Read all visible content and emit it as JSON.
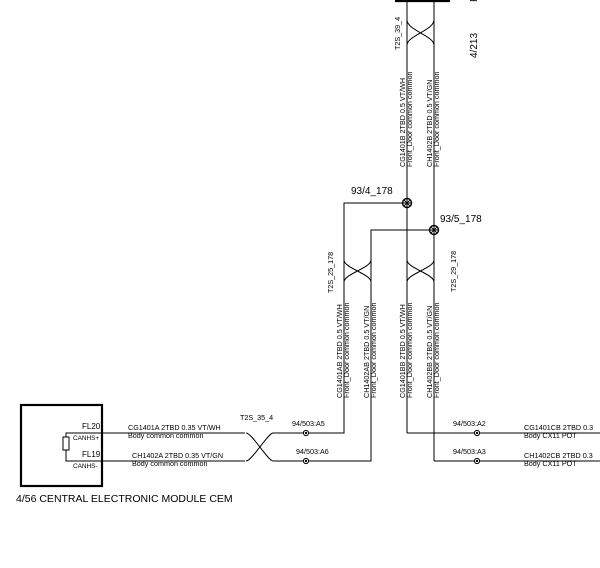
{
  "module": {
    "label": "4/56  CENTRAL ELECTRONIC MODULE CEM",
    "pins": [
      {
        "pin": "FL20",
        "signal": "CANHS+"
      },
      {
        "pin": "FL19",
        "signal": "CANHS-"
      }
    ]
  },
  "top_connector": {
    "ref": "4/213",
    "partial": "FI"
  },
  "twists": {
    "top": "T2S_39_4",
    "left": "T2S_25_178",
    "right": "T2S_29_178",
    "bottom": "T2S_35_4"
  },
  "splices": [
    {
      "label": "93/4_178"
    },
    {
      "label": "93/5_178"
    }
  ],
  "vertical_wires": {
    "upper_1": {
      "id": "CG1401B  2TBD 0.5 VT/WH",
      "desc": "Front_Door common  common"
    },
    "upper_2": {
      "id": "CH1402B  2TBD 0.5 VT/GN",
      "desc": "Front_Door common  common"
    },
    "lower_1": {
      "id": "CG1401AB  2TBD 0.5 VT/WH",
      "desc": "Front_Door common  common"
    },
    "lower_2": {
      "id": "CH1402AB  2TBD 0.5 VT/GN",
      "desc": "Front_Door common  common"
    },
    "lower_3": {
      "id": "CG1401BB  2TBD 0.5 VT/WH",
      "desc": "Front_Door common  common"
    },
    "lower_4": {
      "id": "CH1402BB  2TBD 0.5 VT/GN",
      "desc": "Front_Door common  common"
    }
  },
  "horizontal_wires": {
    "left_1": {
      "id": "CG1401A  2TBD 0.35 VT/WH",
      "desc": "Body  common  common"
    },
    "left_2": {
      "id": "CH1402A  2TBD 0.35 VT/GN",
      "desc": "Body  common  common"
    },
    "right_1": {
      "id": "CG1401CB  2TBD 0.3",
      "desc": "Body  CX11   POT"
    },
    "right_2": {
      "id": "CH1402CB  2TBD 0.3",
      "desc": "Body  CX11   POT"
    }
  },
  "connector_pins": [
    {
      "label": "94/503:A5"
    },
    {
      "label": "94/503:A6"
    },
    {
      "label": "94/503:A2"
    },
    {
      "label": "94/503:A3"
    }
  ]
}
